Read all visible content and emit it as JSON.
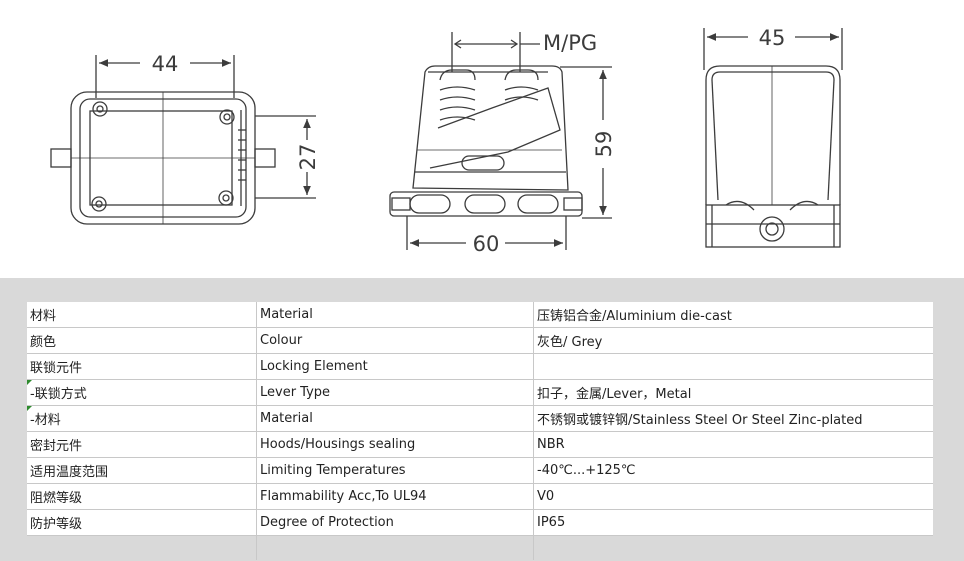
{
  "dimensions": {
    "top_width": "44",
    "top_height": "27",
    "side_width": "60",
    "side_height": "59",
    "cable_entry": "M/PG",
    "front_width": "45"
  },
  "specs": [
    {
      "zh": "材料",
      "en": "Material",
      "value": "压铸铝合金/Aluminium die-cast"
    },
    {
      "zh": "颜色",
      "en": "Colour",
      "value": "灰色/ Grey"
    },
    {
      "zh": "联锁元件",
      "en": "Locking Element",
      "value": ""
    },
    {
      "zh": " -联锁方式",
      "en": "Lever Type",
      "value": "扣子，金属/Lever，Metal"
    },
    {
      "zh": " -材料",
      "en": "Material",
      "value": "不锈钢或镀锌钢/Stainless Steel Or Steel Zinc-plated"
    },
    {
      "zh": "密封元件",
      "en": "Hoods/Housings sealing",
      "value": "NBR"
    },
    {
      "zh": "适用温度范围",
      "en": "Limiting Temperatures",
      "value": "-40℃...+125℃"
    },
    {
      "zh": "阻燃等级",
      "en": "Flammability Acc,To UL94",
      "value": "V0"
    },
    {
      "zh": "防护等级",
      "en": "Degree of Protection",
      "value": "IP65"
    }
  ]
}
